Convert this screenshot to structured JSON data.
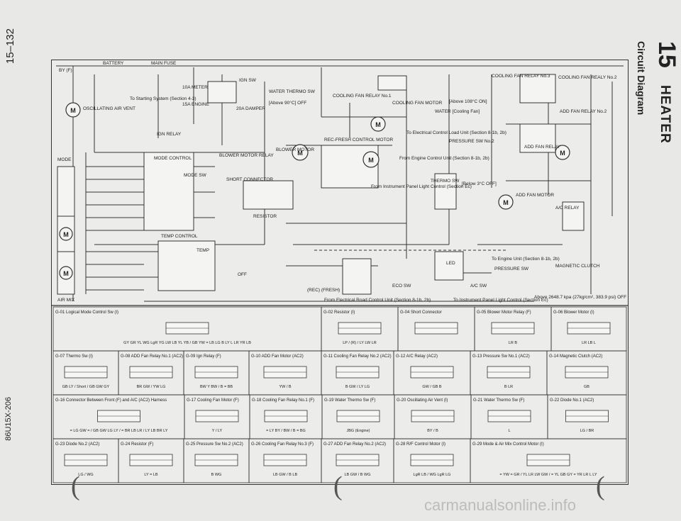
{
  "page_number": "15–132",
  "document_code": "86U15X-206",
  "section": {
    "number": "15",
    "title": "HEATER",
    "subtitle": "Circuit Diagram"
  },
  "watermark": "carmanualsonline.info",
  "top_labels": {
    "battery": "BATTERY",
    "main_fuse": "MAIN FUSE",
    "by": "BY (F)",
    "oscillating": "OSCILLATING AIR VENT",
    "to_starting": "To Starting System (Section 4-3)",
    "meter": "10A METER",
    "engine": "15A ENGINE",
    "damper": "20A DAMPER",
    "ign_sw": "IGN SW",
    "ign_relay": "IGN RELAY",
    "water_thermo": "WATER THERMO SW",
    "above_90": "[Above 90°C] OFF",
    "blower_relay": "BLOWER MOTOR RELAY",
    "blower_motor": "BLOWER MOTOR",
    "short_connector": "SHORT CONNECTOR",
    "resistor": "RESISTOR",
    "rec_fresh": "REC-FRESH CONTROL MOTOR",
    "cooling_fan_relay1": "COOLING FAN RELAY No.1",
    "cooling_fan_relay3": "COOLING FAN RELAY No.3",
    "cooling_fan_motor": "COOLING FAN MOTOR",
    "cooling_fan_relay_no2": "COOLING FAN REALY No.2",
    "add_fan_relay2": "ADD FAN RELAY No.2",
    "add_fan_relay": "ADD FAN RELAY",
    "pressure_sw2": "PRESSURE SW No.2",
    "water_cooling": "WATER [Cooling Fan]",
    "above_108": "[Above 108°C ON]",
    "add_fan_motor": "ADD FAN MOTOR",
    "ac_relay": "A/C RELAY",
    "thermo_sw": "THERMO SW",
    "below_3": "[Below 3°C OFF]",
    "pressure_sw": "PRESSURE SW",
    "magnetic_clutch": "MAGNETIC CLUTCH",
    "mode_control": "MODE CONTROL",
    "mode_sw": "MODE SW",
    "temp_control": "TEMP CONTROL",
    "mode": "MODE",
    "air_mix": "AIR MIX",
    "temp": "TEMP",
    "eco_sw": "ECO SW",
    "ac_sw": "A/C SW",
    "led": "LED",
    "rec_fresh_sw": "(REC) (FRESH)",
    "off": "OFF",
    "from_electrical": "From Electrical Road Control Unit (Section 8-1b, 2b)",
    "to_instrument": "To Instrument Panel Light Control (Section Ec)",
    "to_engine_unit": "To Engine Unit (Section 8-1b, 2b)",
    "above_pressure": "Above 2648.7 kpa (27kg/cm², 383.9 psi) OFF",
    "from_engine_control": "From Engine Control Unit (Section 8-1b, 2b)",
    "to_electrical": "To Electrical Control Load Unit (Section 8-1b, 2b)",
    "from_instrument": "From Instrument Panel Light Control (Section Ec)"
  },
  "connectors": [
    {
      "title": "G-01 Logical Mode Control Sw (I)",
      "pins": "GY GR YL WG LgR YG LW LB YL YB / GB YW = LB LG B LY L LR YR LB"
    },
    {
      "title": "G-02 Resistor (I)",
      "pins": "LP / (R) / LY LW LR"
    },
    {
      "title": "G-04 Short Connector",
      "pins": ""
    },
    {
      "title": "G-05 Blower Motor Relay (F)",
      "pins": "LR B"
    },
    {
      "title": "G-06 Blower Motor (I)",
      "pins": "LR LB L"
    },
    {
      "title": "G-07 Thermo Sw (I)",
      "pins": "GB LY / Short / GB GW GY"
    },
    {
      "title": "G-08 ADD Fan Relay No.1 (AC2)",
      "pins": "BR GW / YW LG"
    },
    {
      "title": "G-09 Ign Relay (F)",
      "pins": "BW Y BW / B = BB"
    },
    {
      "title": "G-10 ADD Fan Motor (AC2)",
      "pins": "YW / B"
    },
    {
      "title": "G-11 Cooling Fan Relay No.2 (AC2)",
      "pins": "B GW / LY LG"
    },
    {
      "title": "G-12 A/C Relay (AC2)",
      "pins": "GW / GB B"
    },
    {
      "title": "G-13 Pressure Sw No.1 (AC2)",
      "pins": "B LR"
    },
    {
      "title": "G-14 Magnetic Clutch (AC2)",
      "pins": "GB"
    },
    {
      "title": "G-16 Connector Between Front (F) and A/C (AC2) Harness",
      "pins": "= LG GW = / GB GW LG LY / = BR LB LR / LY LB BR LY"
    },
    {
      "title": "G-17 Cooling Fan Motor (F)",
      "pins": "Y / LY"
    },
    {
      "title": "G-18 Cooling Fan Relay No.1 (F)",
      "pins": "= LY BY / BW / B = BG"
    },
    {
      "title": "G-19 Water Thermo Sw (F)",
      "pins": "JBG (Engine)"
    },
    {
      "title": "G-20 Oscillating Air Vent (I)",
      "pins": "BY / B"
    },
    {
      "title": "G-21 Water Thermo Sw (F)",
      "pins": "L"
    },
    {
      "title": "G-22 Diode No.1 (AC2)",
      "pins": "LG / BR"
    },
    {
      "title": "G-23 Diode No.2 (AC2)",
      "pins": "LG / WG"
    },
    {
      "title": "G-24 Resistor (F)",
      "pins": "LY = LB"
    },
    {
      "title": "G-25 Pressure Sw No.2 (AC2)",
      "pins": "B WG"
    },
    {
      "title": "G-26 Cooling Fan Relay No.3 (F)",
      "pins": "LB GW / B LB"
    },
    {
      "title": "G-27 ADD Fan Relay No.2 (AC2)",
      "pins": "LB GW / B WG"
    },
    {
      "title": "G-28 R/F Control Motor (I)",
      "pins": "LgR LB / WG LgR LG"
    },
    {
      "title": "G-29 Mode & Air Mix Control Motor (I)",
      "pins": "= YW = GR / YL LR LW GW / = YL GB GY = YR LR L LY"
    }
  ]
}
